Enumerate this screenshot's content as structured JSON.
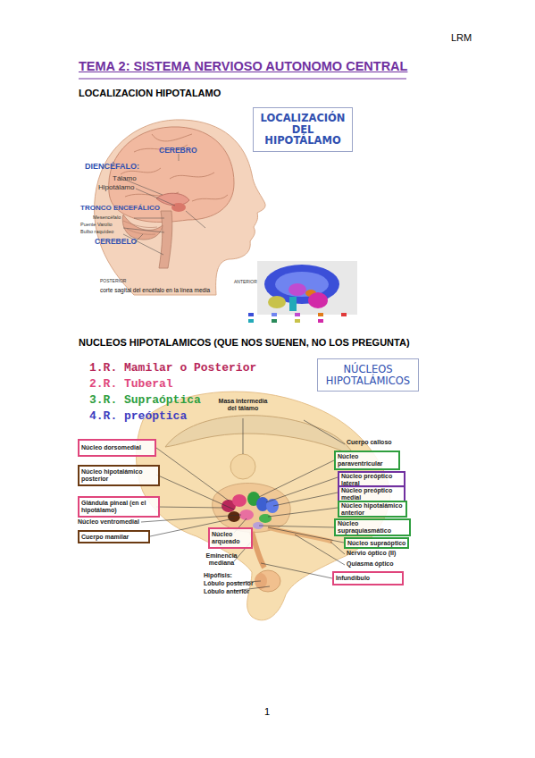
{
  "diagram": {
    "title": "TEMA 2: SISTEMA NERVIOSO AUTONOMO CENTRAL",
    "nodes": [
      {
        "text": [
          "LOCALIZACIÓN DEL HIPOTÁLAMO"
        ]
      },
      {
        "text": [
          "NÚCLEOS HIPOTALÁMICOS"
        ]
      },
      {
        "text": [
          "Núcleo dorsomedial"
        ]
      },
      {
        "text": [
          "Núcleo paraventricular"
        ]
      },
      {
        "text": [
          "Núcleo hipotalámico posterior"
        ]
      },
      {
        "text": [
          "Núcleo preóptico lateral"
        ]
      },
      {
        "text": [
          "Núcleo preóptico medial"
        ]
      },
      {
        "text": [
          "Glándula pineal (en el hipotálamo)"
        ]
      },
      {
        "text": [
          "Núcleo hipotalámico anterior"
        ]
      },
      {
        "text": [
          "Núcleo supraquiasmático"
        ]
      },
      {
        "text": [
          "Cuerpo mamilar"
        ]
      },
      {
        "text": [
          "Núcleo arqueado"
        ]
      },
      {
        "text": [
          "Núcleo supraóptico"
        ]
      },
      {
        "text": [
          "Infundíbulo"
        ]
      }
    ],
    "labels": [
      "LRM",
      "LOCALIZACION HIPOTALAMO",
      "CEREBRO",
      "DIENCÉFALO:",
      "Tálamo",
      "Hipotálamo",
      "TRONCO ENCEFÁLICO",
      "Mesencéfalo",
      "Puente Varolio",
      "Bulbo raquídeo",
      "CEREBELO",
      "POSTERIOR",
      "corte sagital del encéfalo en la línea media",
      "ANTERIOR",
      "NUCLEOS HIPOTALAMICOS (QUE NOS SUENEN, NO LOS PREGUNTA)",
      "1.R. Mamilar o Posterior",
      "2.R. Tuberal",
      "3.R. Supraóptica",
      "4.R. preóptica",
      "Masa intermedia del tálamo",
      "Cuerpo calloso",
      "Núcleo ventromedial",
      "Eminencia mediana",
      "Nervio óptico (II)",
      "Quiasma óptico",
      "Hipófisis:",
      "Lóbulo posterior",
      "Lóbulo anterior",
      "1"
    ]
  }
}
